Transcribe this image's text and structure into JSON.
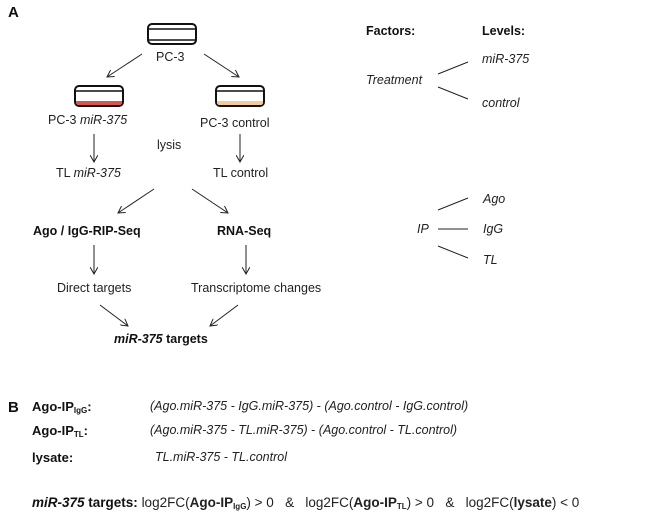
{
  "panelA": {
    "label": "A",
    "flow": {
      "root": "PC-3",
      "left_branch": {
        "cell_prefix": "PC-3 ",
        "cell_italic": "miR-375",
        "lysate_prefix": "TL ",
        "lysate_italic": "miR-375",
        "dish_color": "#d9534f"
      },
      "right_branch": {
        "cell": "PC-3 control",
        "lysate": "TL control",
        "dish_color": "#f8c99a"
      },
      "lysis": "lysis",
      "method_left": "Ago / IgG-RIP-Seq",
      "method_right": "RNA-Seq",
      "result_left": "Direct targets",
      "result_right": "Transcriptome changes",
      "final_italic": "miR-375",
      "final_suffix": " targets"
    },
    "design": {
      "factors_header": "Factors:",
      "levels_header": "Levels:",
      "factors": [
        {
          "name": "Treatment",
          "levels": [
            "miR-375",
            "control"
          ]
        },
        {
          "name": "IP",
          "levels": [
            "Ago",
            "IgG",
            "TL"
          ]
        }
      ]
    }
  },
  "panelB": {
    "label": "B",
    "contrasts": [
      {
        "name": "Ago-IP",
        "sub": "IgG",
        "formula_a": "(Ago.miR-375 - IgG.miR-375)",
        "op": " - ",
        "formula_b": "(Ago.control - IgG.control)"
      },
      {
        "name": "Ago-IP",
        "sub": "TL",
        "formula_a": "(Ago.miR-375 - TL.miR-375)",
        "op": " - ",
        "formula_b": "(Ago.control - TL.control)"
      },
      {
        "name": "lysate",
        "sub": "",
        "formula_a": "TL.miR-375 - TL.control",
        "op": "",
        "formula_b": ""
      }
    ],
    "criteria": {
      "label_italic": "miR-375",
      "label_suffix": " targets:",
      "terms": [
        {
          "fn": "log2FC(",
          "name": "Ago-IP",
          "sub": "IgG",
          "close": ")",
          "cmp": " > 0"
        },
        {
          "fn": "log2FC(",
          "name": "Ago-IP",
          "sub": "TL",
          "close": ")",
          "cmp": " > 0"
        },
        {
          "fn": "log2FC(",
          "name": "lysate",
          "sub": "",
          "close": ")",
          "cmp": " < 0"
        }
      ],
      "joiner": "&"
    }
  }
}
